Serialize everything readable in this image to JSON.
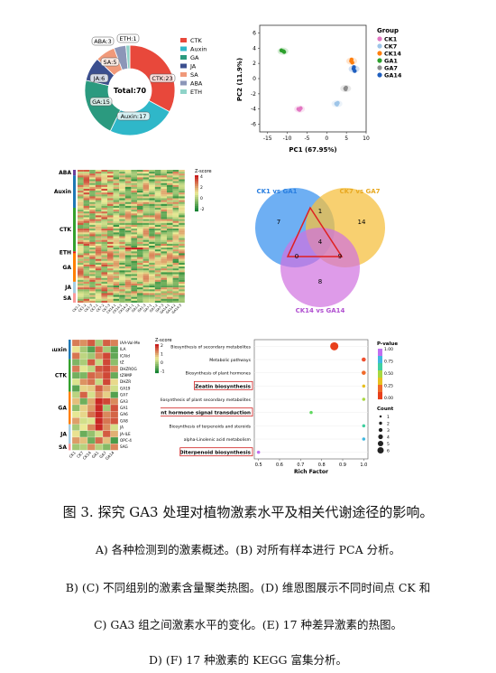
{
  "panelA": {
    "center_label": "Total:70",
    "slices": [
      {
        "name": "CTK",
        "value": 23,
        "label": "CTK:23",
        "color": "#e8483b"
      },
      {
        "name": "Auxin",
        "value": 17,
        "label": "Auxin:17",
        "color": "#2fb7c9"
      },
      {
        "name": "GA",
        "value": 15,
        "label": "GA:15",
        "color": "#2b9a7f"
      },
      {
        "name": "JA",
        "value": 6,
        "label": "JA:6",
        "color": "#3b4f8f"
      },
      {
        "name": "SA",
        "value": 5,
        "label": "SA:5",
        "color": "#f0997a"
      },
      {
        "name": "ABA",
        "value": 3,
        "label": "ABA:3",
        "color": "#8c96b8"
      },
      {
        "name": "ETH",
        "value": 1,
        "label": "ETH:1",
        "color": "#8fd3c8"
      }
    ]
  },
  "panelB": {
    "xlabel": "PC1 (67.95%)",
    "ylabel": "PC2 (11.9%)",
    "legend_title": "Group",
    "x_ticks": [
      "-15",
      "-10",
      "-5",
      "0",
      "5",
      "10"
    ],
    "y_ticks": [
      "6",
      "4",
      "2",
      "0",
      "-2",
      "-4",
      "-6"
    ],
    "groups": [
      {
        "name": "CK1",
        "color": "#e377c2",
        "points": [
          [
            -7.2,
            -4.0
          ],
          [
            -6.6,
            -3.9
          ],
          [
            -6.9,
            -4.1
          ]
        ]
      },
      {
        "name": "CK7",
        "color": "#9ec5e8",
        "points": [
          [
            2.4,
            -3.3
          ],
          [
            2.8,
            -3.2
          ],
          [
            2.6,
            -3.4
          ]
        ]
      },
      {
        "name": "CK14",
        "color": "#ff7f0e",
        "points": [
          [
            6.2,
            2.3
          ],
          [
            6.5,
            2.1
          ],
          [
            6.3,
            2.5
          ]
        ]
      },
      {
        "name": "GA1",
        "color": "#2ca02c",
        "points": [
          [
            -11.0,
            3.6
          ],
          [
            -11.5,
            3.7
          ],
          [
            -10.8,
            3.5
          ]
        ]
      },
      {
        "name": "GA7",
        "color": "#8c8c8c",
        "points": [
          [
            4.8,
            -1.4
          ],
          [
            4.9,
            -1.2
          ],
          [
            4.7,
            -1.3
          ]
        ]
      },
      {
        "name": "GA14",
        "color": "#1f5fbf",
        "points": [
          [
            6.8,
            1.3
          ],
          [
            7.1,
            1.0
          ],
          [
            6.9,
            1.5
          ]
        ]
      }
    ]
  },
  "panelC": {
    "row_groups": [
      "ABA",
      "Auxin",
      "CTK",
      "ETH",
      "GA",
      "JA",
      "SA"
    ],
    "scale_title": "Z-score",
    "scale_ticks": [
      "4",
      "2",
      "0",
      "-2"
    ],
    "columns": [
      "CK1-1",
      "CK1-2",
      "CK1-3",
      "CK7-1",
      "CK7-2",
      "CK7-3",
      "CK14-1",
      "CK14-2",
      "CK14-3",
      "GA1-1",
      "GA1-2",
      "GA1-3",
      "GA7-1",
      "GA7-2",
      "GA7-3",
      "GA14-1",
      "GA14-2",
      "GA14-3"
    ]
  },
  "panelD": {
    "set1": "CK1 vs GA1",
    "set2": "CK7 vs GA7",
    "set3": "CK14 vs GA14",
    "regions": {
      "only1": "7",
      "only2": "14",
      "only3": "8",
      "s12": "1",
      "s13": "0",
      "s23": "9",
      "all": "4"
    }
  },
  "panelE": {
    "row_groups": [
      "Auxin",
      "CTK",
      "GA",
      "JA",
      "SA"
    ],
    "rows": [
      "IAA-Val-Me",
      "ILA",
      "ICAld",
      "tZ",
      "DHZROG",
      "tZ9MP",
      "DHZR",
      "GA19",
      "GA7",
      "GA3",
      "GA1",
      "GA6",
      "GA8",
      "JA",
      "JA-ILE",
      "OPC-4",
      "SAG"
    ],
    "columns": [
      "CK1",
      "CK7",
      "CK14",
      "GA1",
      "GA7",
      "GA14"
    ],
    "scale_title": "Z-score",
    "scale_ticks": [
      "2",
      "1",
      "0",
      "-1"
    ]
  },
  "panelF": {
    "xlabel": "Rich Factor",
    "x_ticks": [
      "0.5",
      "0.6",
      "0.7",
      "0.8",
      "0.9",
      "1.0"
    ],
    "legend_pvalue_title": "P-value",
    "pvalue_ticks": [
      "1.00",
      "0.75",
      "0.50",
      "0.25",
      "0.00"
    ],
    "legend_count_title": "Count",
    "count_ticks": [
      "1",
      "2",
      "3",
      "4",
      "5",
      "6"
    ],
    "pathways": [
      {
        "name": "Biosynthesis of secondary metabolites",
        "rich": 0.86,
        "count": 6,
        "color": "#e8401c",
        "boxed": false
      },
      {
        "name": "Metabolic pathways",
        "rich": 1.0,
        "count": 2,
        "color": "#f05030",
        "boxed": false
      },
      {
        "name": "Biosynthesis of plant hormones",
        "rich": 1.0,
        "count": 2,
        "color": "#f06a2a",
        "boxed": false
      },
      {
        "name": "Zeatin biosynthesis",
        "rich": 1.0,
        "count": 1,
        "color": "#e8c020",
        "boxed": true
      },
      {
        "name": "Biosynthesis of plant secondary metabolites",
        "rich": 1.0,
        "count": 1,
        "color": "#a8d840",
        "boxed": false
      },
      {
        "name": "Plant hormone signal transduction",
        "rich": 0.75,
        "count": 1,
        "color": "#60d860",
        "boxed": true
      },
      {
        "name": "Biosynthesis of terpenoids and steroids",
        "rich": 1.0,
        "count": 1,
        "color": "#40d0a0",
        "boxed": false
      },
      {
        "name": "alpha-Linolenic acid metabolism",
        "rich": 1.0,
        "count": 1,
        "color": "#40b8e0",
        "boxed": false
      },
      {
        "name": "Diterpenoid biosynthesis",
        "rich": 0.5,
        "count": 1,
        "color": "#c070f0",
        "boxed": true
      }
    ]
  },
  "caption": {
    "title": "图 3. 探究 GA3 处理对植物激素水平及相关代谢途径的影响。",
    "line1": "A) 各种检测到的激素概述。(B) 对所有样本进行 PCA 分析。",
    "line2": "B) (C) 不同组别的激素含量聚类热图。(D) 维恩图展示不同时间点 CK 和",
    "line3": "C)   GA3 组之间激素水平的变化。(E) 17 种差异激素的热图。",
    "line4": "D) (F) 17 种激素的 KEGG 富集分析。"
  }
}
